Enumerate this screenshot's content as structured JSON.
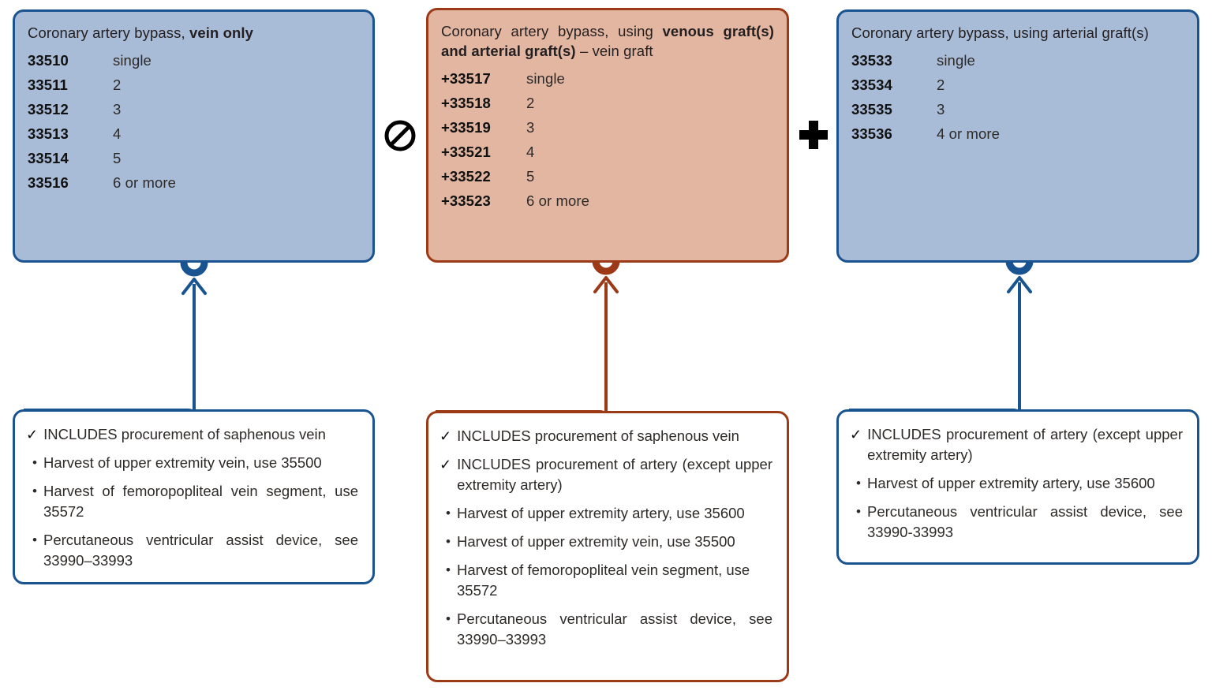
{
  "diagram": {
    "title": "Coronary artery bypass CPT coding relationships",
    "colors": {
      "vein_fill": "#a8bbd7",
      "vein_border": "#1a5490",
      "combined_fill": "#e2b6a1",
      "combined_border": "#9c3a18",
      "note_background": "#ffffff",
      "text": "#2d2a28"
    }
  },
  "operators": [
    {
      "name": "prohibited",
      "symbol": "circle-slash",
      "between": "vein-only and venous-plus-arterial"
    },
    {
      "name": "plus",
      "symbol": "plus",
      "between": "venous-plus-arterial and arterial"
    }
  ],
  "code_boxes": [
    {
      "id": "vein-only",
      "theme": "blue",
      "title_plain": "Coronary artery bypass, ",
      "title_bold": "vein only",
      "title_tail": "",
      "codes": [
        {
          "code": "33510",
          "desc": "single"
        },
        {
          "code": "33511",
          "desc": "2"
        },
        {
          "code": "33512",
          "desc": "3"
        },
        {
          "code": "33513",
          "desc": "4"
        },
        {
          "code": "33514",
          "desc": "5"
        },
        {
          "code": "33516",
          "desc": "6 or more"
        }
      ]
    },
    {
      "id": "venous-and-arterial",
      "theme": "orange",
      "title_plain": "Coronary artery bypass, using ",
      "title_bold": "venous graft(s) and arterial graft(s)",
      "title_tail": " – vein graft",
      "codes": [
        {
          "code": "+33517",
          "desc": "single"
        },
        {
          "code": "+33518",
          "desc": "2"
        },
        {
          "code": "+33519",
          "desc": "3"
        },
        {
          "code": "+33521",
          "desc": "4"
        },
        {
          "code": "+33522",
          "desc": "5"
        },
        {
          "code": "+33523",
          "desc": "6 or more"
        }
      ]
    },
    {
      "id": "arterial",
      "theme": "blue",
      "title_plain": "Coronary artery bypass, using arterial graft(s)",
      "title_bold": "",
      "title_tail": "",
      "codes": [
        {
          "code": "33533",
          "desc": "single"
        },
        {
          "code": "33534",
          "desc": "2"
        },
        {
          "code": "33535",
          "desc": "3"
        },
        {
          "code": "33536",
          "desc": "4 or more"
        }
      ]
    }
  ],
  "note_boxes": [
    {
      "id": "note-vein-only",
      "theme": "blue",
      "check_glyph": "✓",
      "bullet_glyph": "•",
      "includes": [
        {
          "text": "INCLUDES procurement of saphenous vein",
          "sub_items": [
            "Harvest of upper extremity vein, use 35500",
            "Harvest of femoropopliteal vein segment, use 35572",
            "Percutaneous ventricular assist device, see 33990–33993"
          ]
        }
      ]
    },
    {
      "id": "note-venous-and-arterial",
      "theme": "orange",
      "check_glyph": "✓",
      "bullet_glyph": "•",
      "includes": [
        {
          "text": "INCLUDES procurement of saphenous vein",
          "sub_items": []
        },
        {
          "text": "INCLUDES procurement of artery (except upper extremity artery)",
          "sub_items": [
            "Harvest of upper extremity artery, use 35600",
            "Harvest of upper extremity vein, use 35500",
            "Harvest of femoropopliteal vein segment, use 35572",
            "Percutaneous ventricular assist device, see 33990–33993"
          ]
        }
      ]
    },
    {
      "id": "note-arterial",
      "theme": "blue",
      "check_glyph": "✓",
      "bullet_glyph": "•",
      "includes": [
        {
          "text": "INCLUDES procurement of artery (except upper extremity artery)",
          "sub_items": [
            "Harvest of upper extremity artery, use 35600",
            "Percutaneous ventricular assist device, see 33990-33993"
          ]
        }
      ]
    }
  ]
}
